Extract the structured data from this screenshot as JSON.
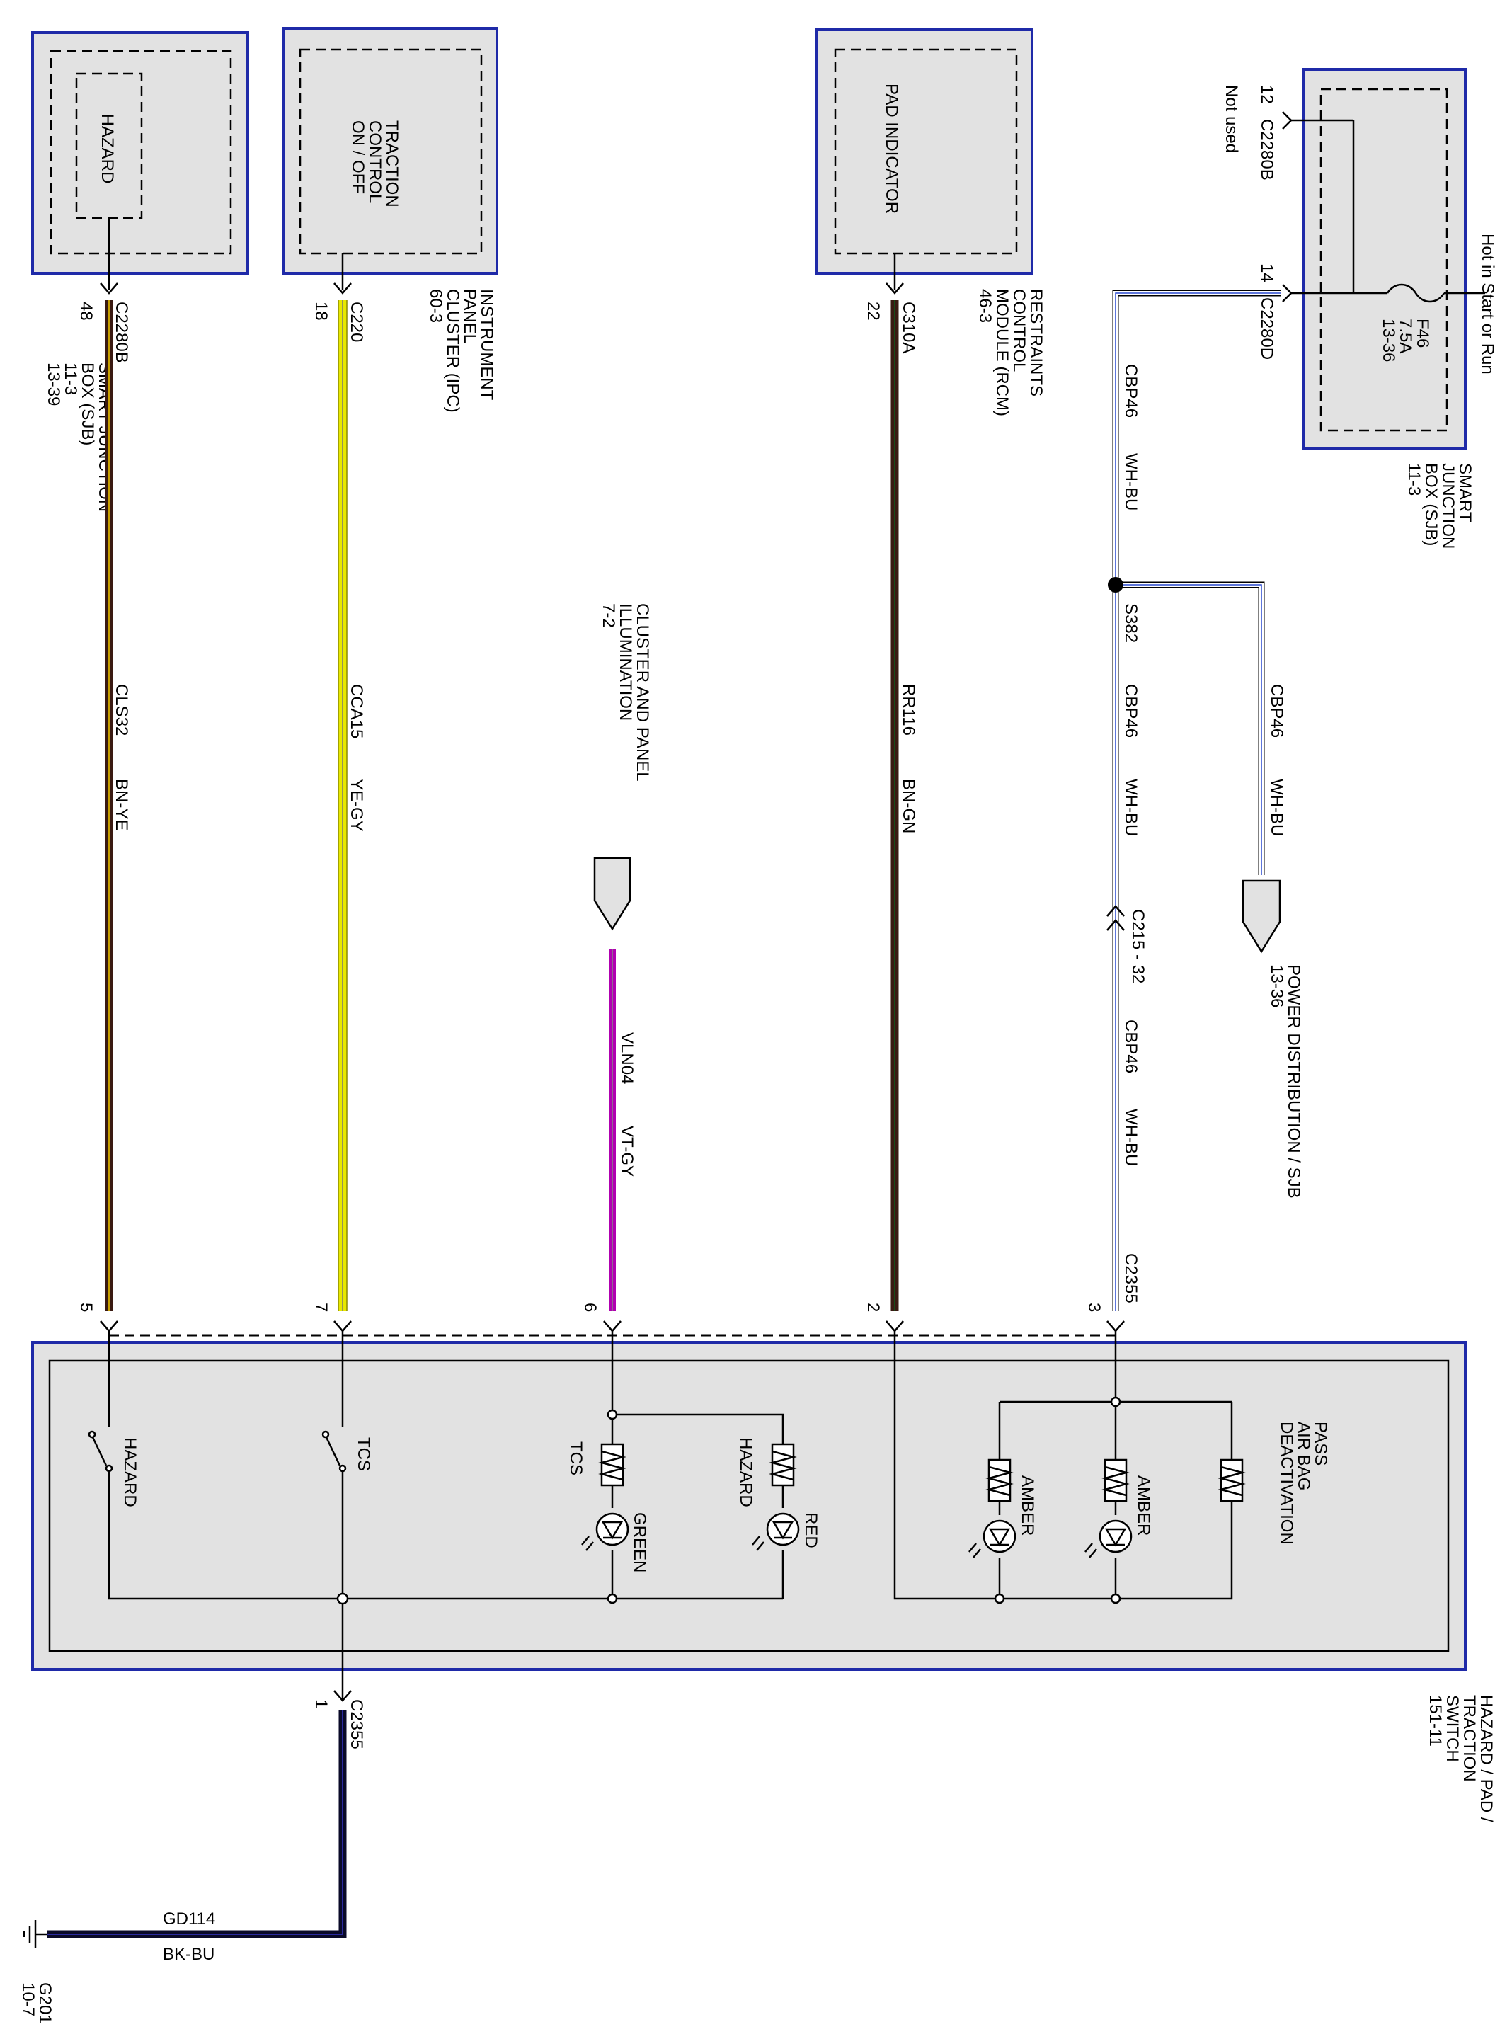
{
  "modules": {
    "sjb_left": {
      "inner": "HAZARD",
      "lines": [
        "SMART JUNCTION",
        "BOX (SJB)",
        "11-3",
        "13-39"
      ],
      "connector": "C2280B",
      "pin": "48"
    },
    "ipc": {
      "inner_lines": [
        "TRACTION",
        "CONTROL",
        "ON / OFF"
      ],
      "lines": [
        "INSTRUMENT",
        "PANEL",
        "CLUSTER (IPC)",
        "60-3"
      ],
      "connector": "C220",
      "pin": "18"
    },
    "rcm": {
      "inner": "PAD INDICATOR",
      "lines": [
        "RESTRAINTS",
        "CONTROL",
        "MODULE (RCM)",
        "46-3"
      ],
      "connector": "C310A",
      "pin": "22"
    },
    "sjb_right": {
      "hot_label": "Hot in Start or Run",
      "fuse_lines": [
        "F46",
        "7.5A",
        "13-36"
      ],
      "not_used": "Not used",
      "pin_top": "12",
      "conn_top": "C2280B",
      "pin_bottom": "14",
      "conn_bottom": "C2280D",
      "lines": [
        "SMART",
        "JUNCTION",
        "BOX (SJB)",
        "11-3"
      ]
    },
    "switch": {
      "lines": [
        "HAZARD / PAD /",
        "TRACTION",
        "SWITCH",
        "151-11"
      ],
      "connector": "C2355",
      "pins": {
        "hazard": "5",
        "tcs": "7",
        "illum": "6",
        "pad": "2",
        "power": "3",
        "ground": "1"
      },
      "labels": {
        "hazard_switch": "HAZARD",
        "tcs_switch": "TCS",
        "tcs_led_name": "TCS",
        "tcs_led_color": "GREEN",
        "hazard_led_name": "HAZARD",
        "hazard_led_color": "RED",
        "amber1": "AMBER",
        "amber2": "AMBER",
        "pass_lines": [
          "PASS",
          "AIR BAG",
          "DEACTIVATION"
        ]
      }
    }
  },
  "wires": {
    "hazard": {
      "circuit": "CLS32",
      "color_code": "BN-YE",
      "stroke": "#3a1a12",
      "stripe": "#c8a000"
    },
    "tcs": {
      "circuit": "CCA15",
      "color_code": "YE-GY",
      "stroke": "#e8e800",
      "stripe": "#9a9a9a"
    },
    "illum": {
      "circuit": "VLN04",
      "color_code": "VT-GY",
      "stroke": "#b000b0",
      "stripe": "#9a9a9a"
    },
    "pad": {
      "circuit": "RR116",
      "color_code": "BN-GN",
      "stroke": "#3a1a12",
      "stripe": "#1a5a1a"
    },
    "power_top": {
      "circuit": "CBP46",
      "color_code": "WH-BU"
    },
    "power_mid": {
      "circuit": "CBP46",
      "color_code": "WH-BU"
    },
    "power_low": {
      "circuit": "CBP46",
      "color_code": "WH-BU"
    },
    "power_branch": {
      "circuit": "CBP46",
      "color_code": "WH-BU"
    },
    "ground": {
      "circuit": "GD114",
      "color_code": "BK-BU",
      "stroke": "#0a0a28"
    }
  },
  "splice": "S382",
  "inline_connector": "C215 - 32",
  "illum_source": {
    "lines": [
      "CLUSTER AND PANEL",
      "ILLUMINATION",
      "7-2"
    ]
  },
  "power_dist": {
    "lines": [
      "POWER DISTRIBUTION / SJB",
      "13-36"
    ]
  },
  "ground_point": {
    "lines": [
      "G201",
      "10-7"
    ]
  },
  "colors": {
    "module_fill": "#e2e2e2",
    "module_border": "#1f2aa8",
    "ink": "#000000"
  }
}
